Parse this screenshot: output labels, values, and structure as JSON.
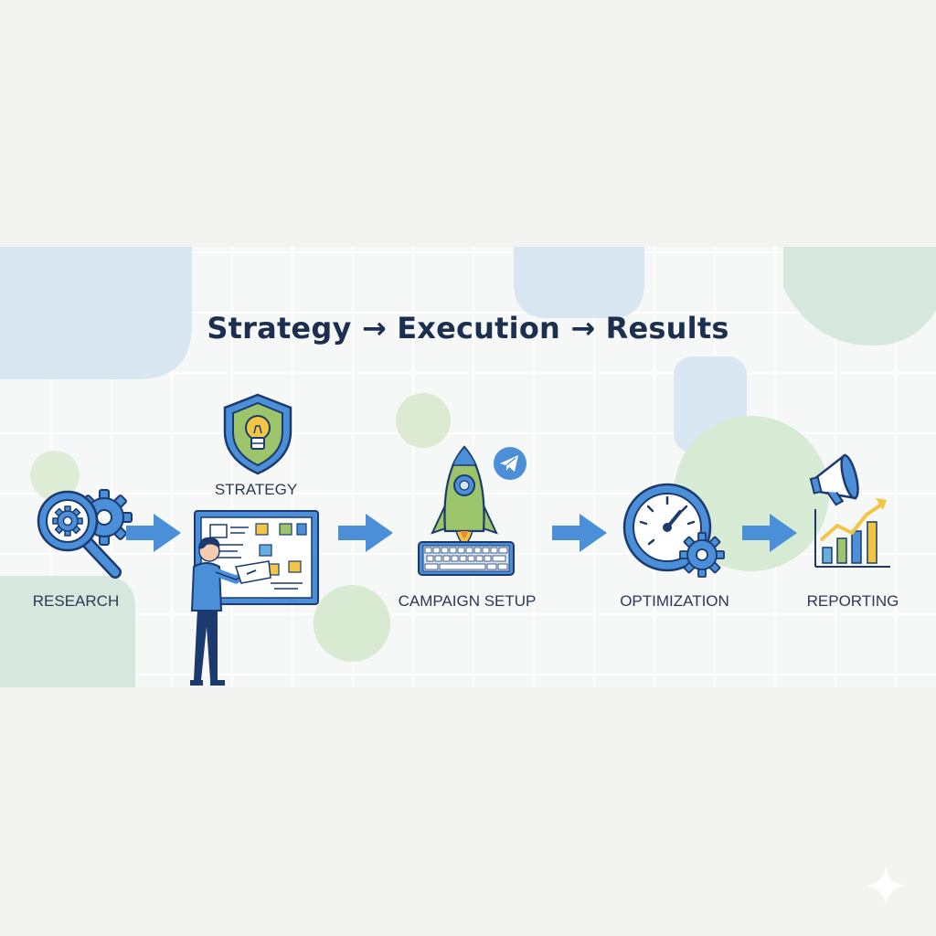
{
  "title": "Strategy → Execution → Results",
  "steps": [
    {
      "label": "RESEARCH",
      "icon": "magnifier-gear-icon"
    },
    {
      "label": "STRATEGY",
      "icon": "shield-lightbulb-icon"
    },
    {
      "label": "CAMPAIGN SETUP",
      "icon": "rocket-keyboard-icon"
    },
    {
      "label": "OPTIMIZATION",
      "icon": "gauge-gear-icon"
    },
    {
      "label": "REPORTING",
      "icon": "megaphone-chart-icon"
    }
  ],
  "colors": {
    "blue": "#4a8fd8",
    "navy": "#1c3a6e",
    "green": "#9cc46b",
    "yellow": "#f3c544",
    "title": "#1c2f4e"
  }
}
